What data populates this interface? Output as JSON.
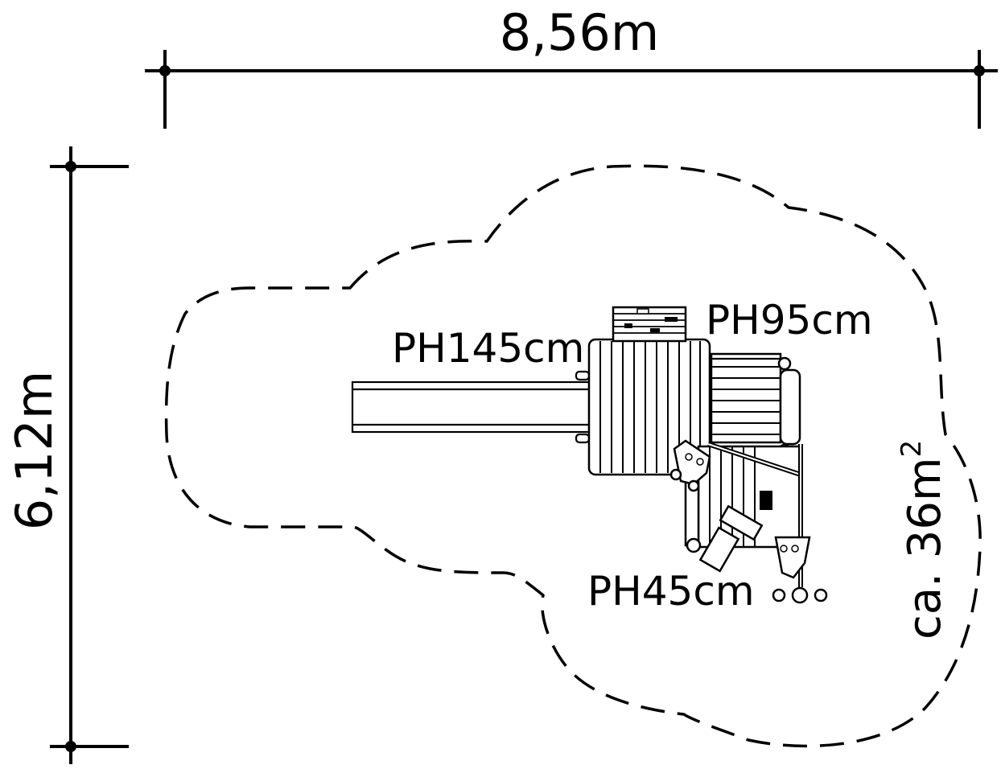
{
  "dimensions": {
    "width_label": "8,56m",
    "depth_label": "6,12m"
  },
  "platform_heights": {
    "upper": "PH145cm",
    "middle": "PH95cm",
    "lower": "PH45cm"
  },
  "area": {
    "prefix": "ca. 36m",
    "superscript": "2"
  }
}
